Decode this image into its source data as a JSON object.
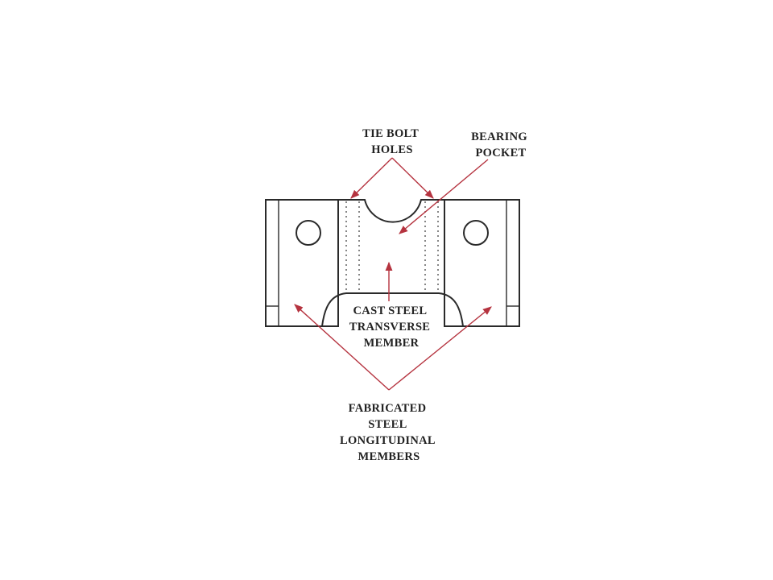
{
  "labels": {
    "tie_bolt_holes": [
      "TIE BOLT",
      "HOLES"
    ],
    "bearing_pocket": [
      "BEARING",
      "POCKET"
    ],
    "cast_steel_transverse_member": [
      "CAST STEEL",
      "TRANSVERSE",
      "MEMBER"
    ],
    "fabricated_steel_longitudinal_members": [
      "FABRICATED",
      "STEEL",
      "LONGITUDINAL",
      "MEMBERS"
    ]
  },
  "colors": {
    "line": "#2a2a2a",
    "arrow": "#b5333f",
    "text": "#222222",
    "background": "#ffffff"
  }
}
